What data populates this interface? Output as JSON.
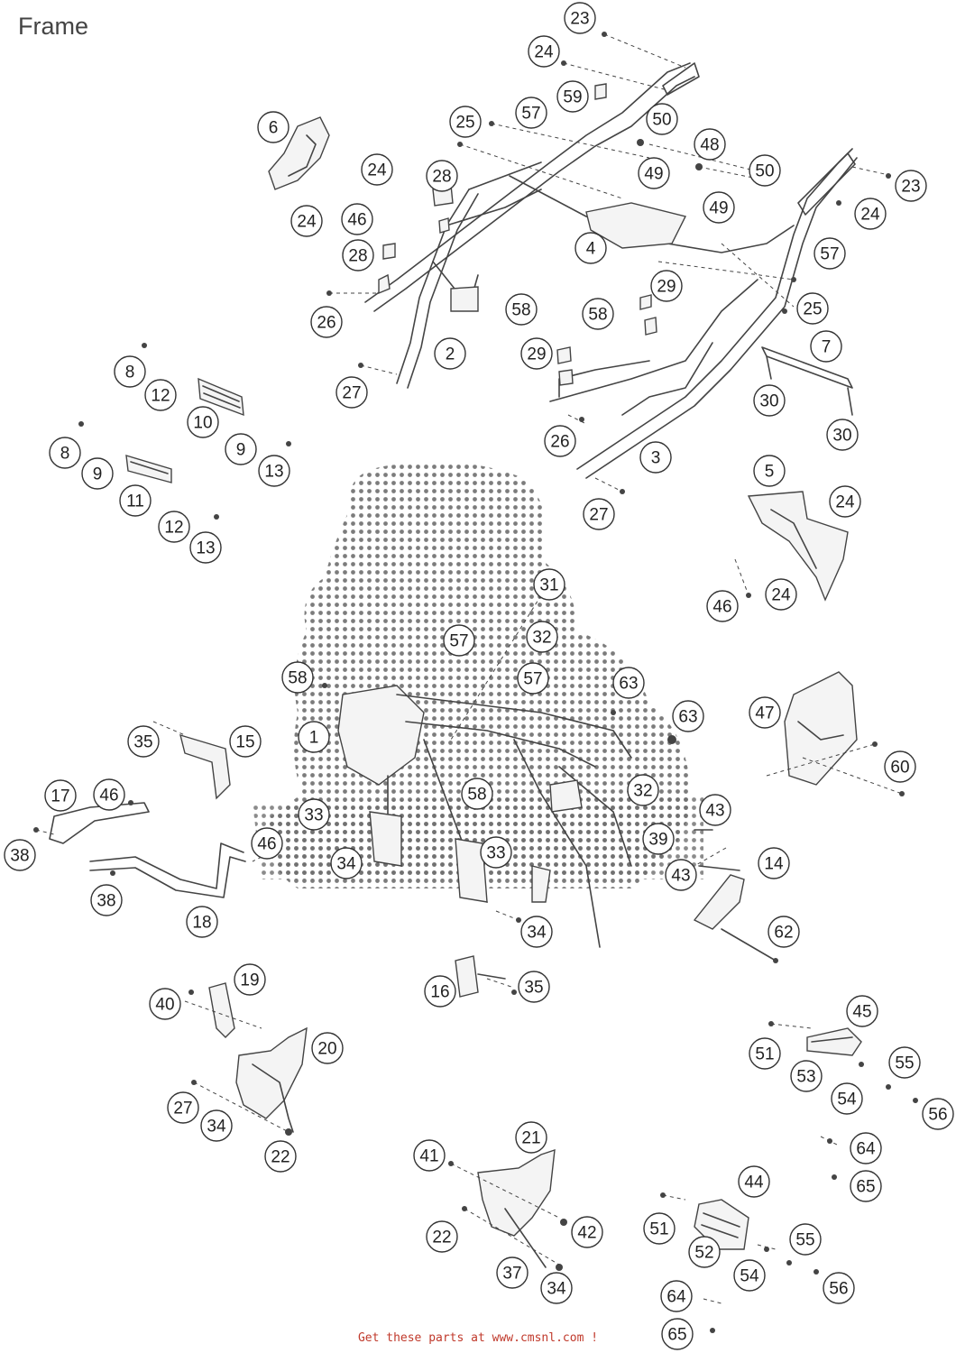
{
  "page": {
    "title": "Frame",
    "footer": "Get these parts at www.cmsnl.com !"
  },
  "callouts": [
    "23",
    "24",
    "59",
    "25",
    "57",
    "50",
    "48",
    "49",
    "50",
    "23",
    "6",
    "24",
    "24",
    "46",
    "28",
    "28",
    "4",
    "49",
    "24",
    "57",
    "26",
    "58",
    "29",
    "25",
    "7",
    "2",
    "27",
    "58",
    "29",
    "30",
    "8",
    "12",
    "10",
    "9",
    "13",
    "8",
    "9",
    "11",
    "12",
    "13",
    "26",
    "3",
    "27",
    "30",
    "5",
    "24",
    "46",
    "24",
    "31",
    "57",
    "32",
    "58",
    "57",
    "63",
    "63",
    "1",
    "47",
    "60",
    "35",
    "15",
    "17",
    "46",
    "38",
    "46",
    "58",
    "32",
    "33",
    "33",
    "34",
    "39",
    "43",
    "14",
    "43",
    "38",
    "18",
    "34",
    "62",
    "19",
    "40",
    "16",
    "35",
    "20",
    "45",
    "27",
    "34",
    "22",
    "51",
    "53",
    "55",
    "54",
    "56",
    "64",
    "65",
    "21",
    "41",
    "44",
    "22",
    "42",
    "51",
    "52",
    "55",
    "37",
    "34",
    "54",
    "56",
    "64",
    "65"
  ]
}
